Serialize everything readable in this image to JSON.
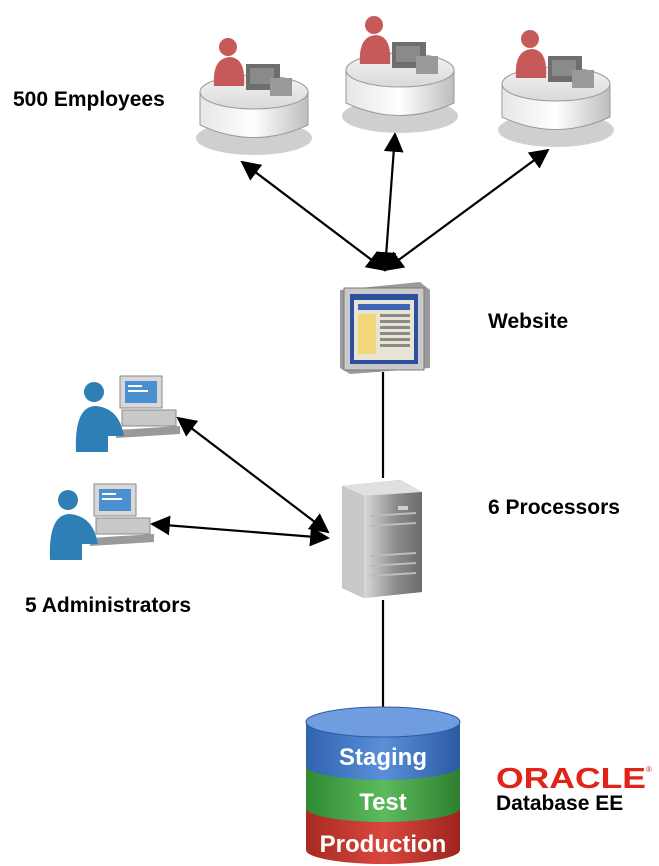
{
  "labels": {
    "employees": "500 Employees",
    "website": "Website",
    "processors": "6 Processors",
    "administrators": "5 Administrators",
    "database": "Database EE"
  },
  "database_layers": {
    "staging": "Staging",
    "test": "Test",
    "production": "Production"
  },
  "brand": {
    "logo_text": "ORACLE",
    "logo_color": "#e1231a"
  },
  "colors": {
    "employee_figure": "#c65a5a",
    "admin_figure": "#2f7fb7",
    "staging": "#3f79c8",
    "test": "#49a04a",
    "production": "#c8362e",
    "connector": "#000000"
  },
  "icons": {
    "employees": "desk-workstation-person-icon",
    "website": "webpage-window-icon",
    "processors": "server-tower-icon",
    "administrators": "person-at-computer-icon",
    "database": "database-cylinder-icon"
  }
}
